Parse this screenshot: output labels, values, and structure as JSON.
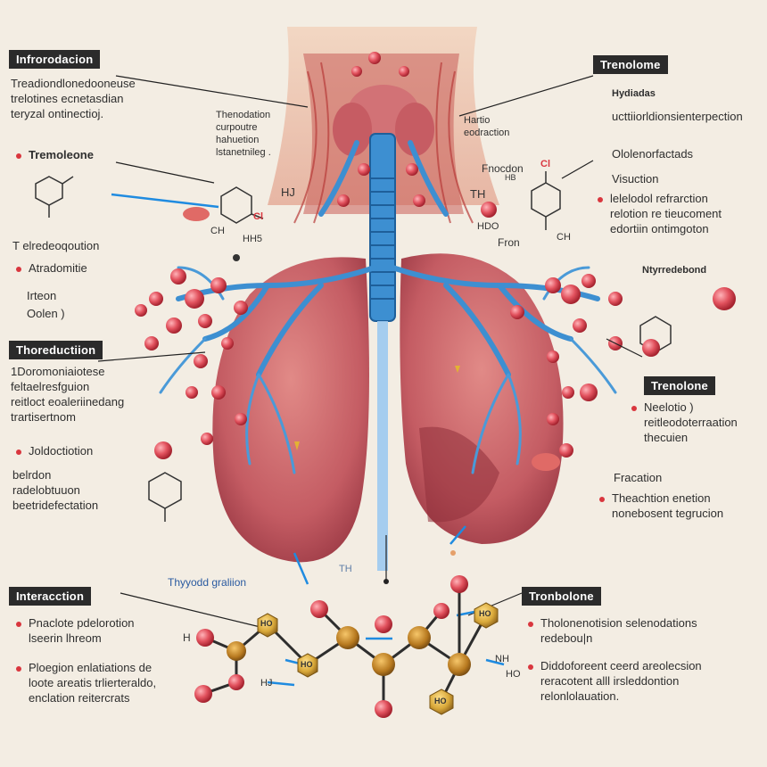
{
  "colors": {
    "lung": "#c8646a",
    "airway": "#3d8fd1",
    "node": "#e2525e",
    "hex": "#d9a93a",
    "header_bg": "#2b2b2b",
    "bg": "#f3ede3"
  },
  "left": {
    "intro_header": "Infrorodacion",
    "intro_lines": [
      "Treadiondlonedooneuse",
      "trelotines ecnetasdian",
      "teryzal ontinectioj."
    ],
    "trenolone_label": "Tremoleone",
    "t_label": "T elredeoqoution",
    "atradomitie": "Atradomitie",
    "irteon_lines": [
      "Irteon",
      "Oolen )"
    ],
    "reduction_header": "Thoreductiion",
    "reduction_lines": [
      "1Doromoniaiotese",
      "feltaelresfguion",
      "reitloct eoaleriinedang",
      "trartisertnom"
    ],
    "joldo_label": "Joldoctiotion",
    "joldo_lines": [
      "belrdon",
      "radelobtuuon",
      "beetridefectation"
    ],
    "interaction_header": "Interacction",
    "interaction_b1": [
      "Pnaclote pdelorotion",
      "lseerin lhreom"
    ],
    "interaction_b2": [
      "Ploegion enlatiations de",
      "loote areatis trlierteraldo,",
      "enclation reitercrats"
    ]
  },
  "center": {
    "tenodation_lines": [
      "Thenodation",
      "curpoutre",
      "hahuetion",
      "lstanetnileg ."
    ],
    "hj": "HJ",
    "cl_left": "Cl",
    "ch": "CH",
    "hh_left": "HH5",
    "hartio_lines": [
      "Hartio",
      "eodraction"
    ],
    "th_mid": "TH",
    "hdio": "HDO",
    "fron": "Fron",
    "thyroid_gradient": "Thyyodd graliion",
    "th_bottom": "TH",
    "chain_labels": [
      "HO",
      "HO",
      "HO",
      "HO"
    ],
    "hj_bottom": "HJ",
    "nh": "NH",
    "ho_bottom": "HO",
    "h_left": "H",
    "fracdon": "Fnocdon"
  },
  "right": {
    "trenolone_header": "Trenolome",
    "hydrolas": "Hydiadas",
    "hydrolas_line": "ucttiiorldionsienterpection",
    "olole_line": "Ololenorfactads",
    "visuction": "Visuction",
    "tele_b_lines": [
      "lelelodol refrarction",
      "relotion re tieucoment",
      "edortiin ontimgoton"
    ],
    "ring_cl": "Cl",
    "ring_ch": "CH",
    "ring_hb": "HB",
    "ntyrodobond": "Ntyrredebond",
    "trenolone2_header": "Trenolone",
    "trenolone2_lines": [
      "Neelotio )",
      "reitleodoterraation",
      "thecuien"
    ],
    "fracation": "Fracation",
    "thechtion_lines": [
      "Theachtion enetion",
      "nonebosent tegrucion"
    ],
    "tronbolone_header": "Tronbolone",
    "tb_b1": [
      "Tholonenotision selenodations",
      "redebou|n"
    ],
    "tb_b2": [
      "Diddoforeent ceerd areolecsion",
      "reracotent alll irsleddontion",
      "relonlolauation."
    ]
  }
}
